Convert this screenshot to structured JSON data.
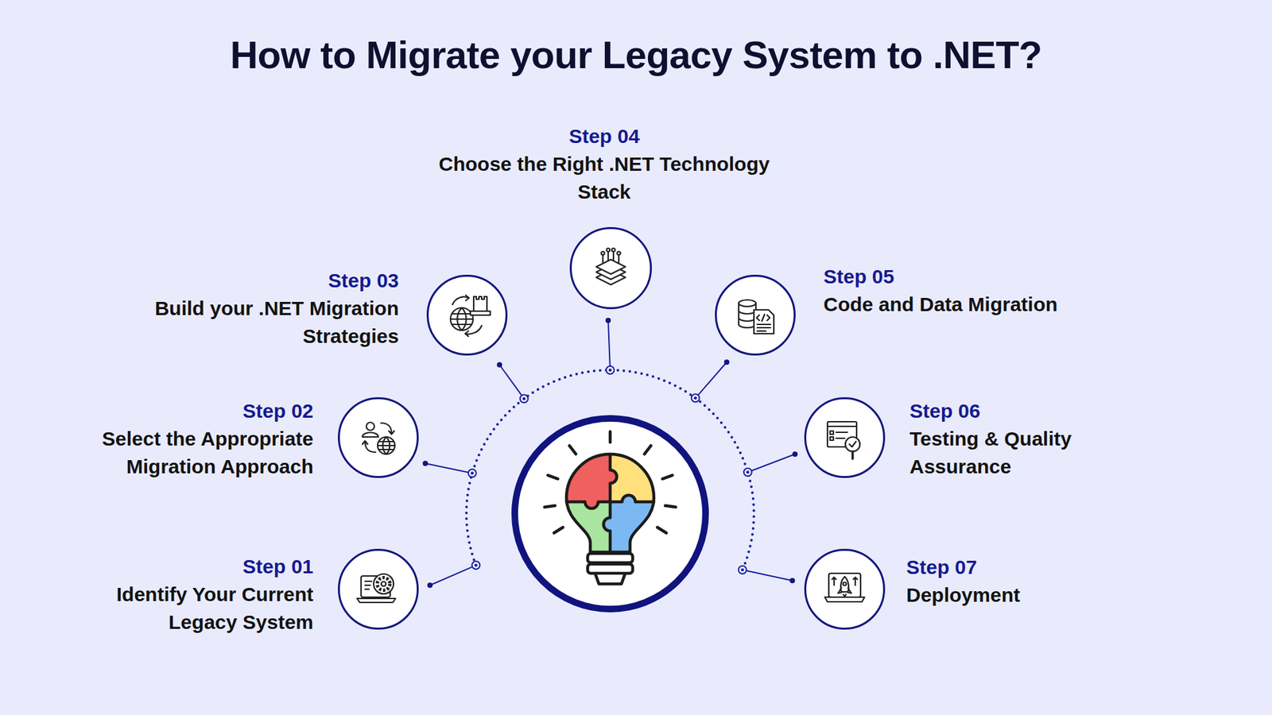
{
  "diagram": {
    "title": "How to Migrate your Legacy System to .NET?",
    "nodes": [
      {
        "text": [
          "Step 01",
          "Identify Your Current Legacy System"
        ]
      },
      {
        "text": [
          "Step 02",
          "Select the Appropriate Migration Approach"
        ]
      },
      {
        "text": [
          "Step 03",
          "Build your .NET Migration Strategies"
        ]
      },
      {
        "text": [
          "Step 04",
          "Choose the Right .NET Technology Stack"
        ]
      },
      {
        "text": [
          "Step 05",
          "Code and Data Migration"
        ]
      },
      {
        "text": [
          "Step 06",
          "Testing & Quality Assurance"
        ]
      },
      {
        "text": [
          "Step 07",
          "Deployment"
        ]
      }
    ]
  }
}
